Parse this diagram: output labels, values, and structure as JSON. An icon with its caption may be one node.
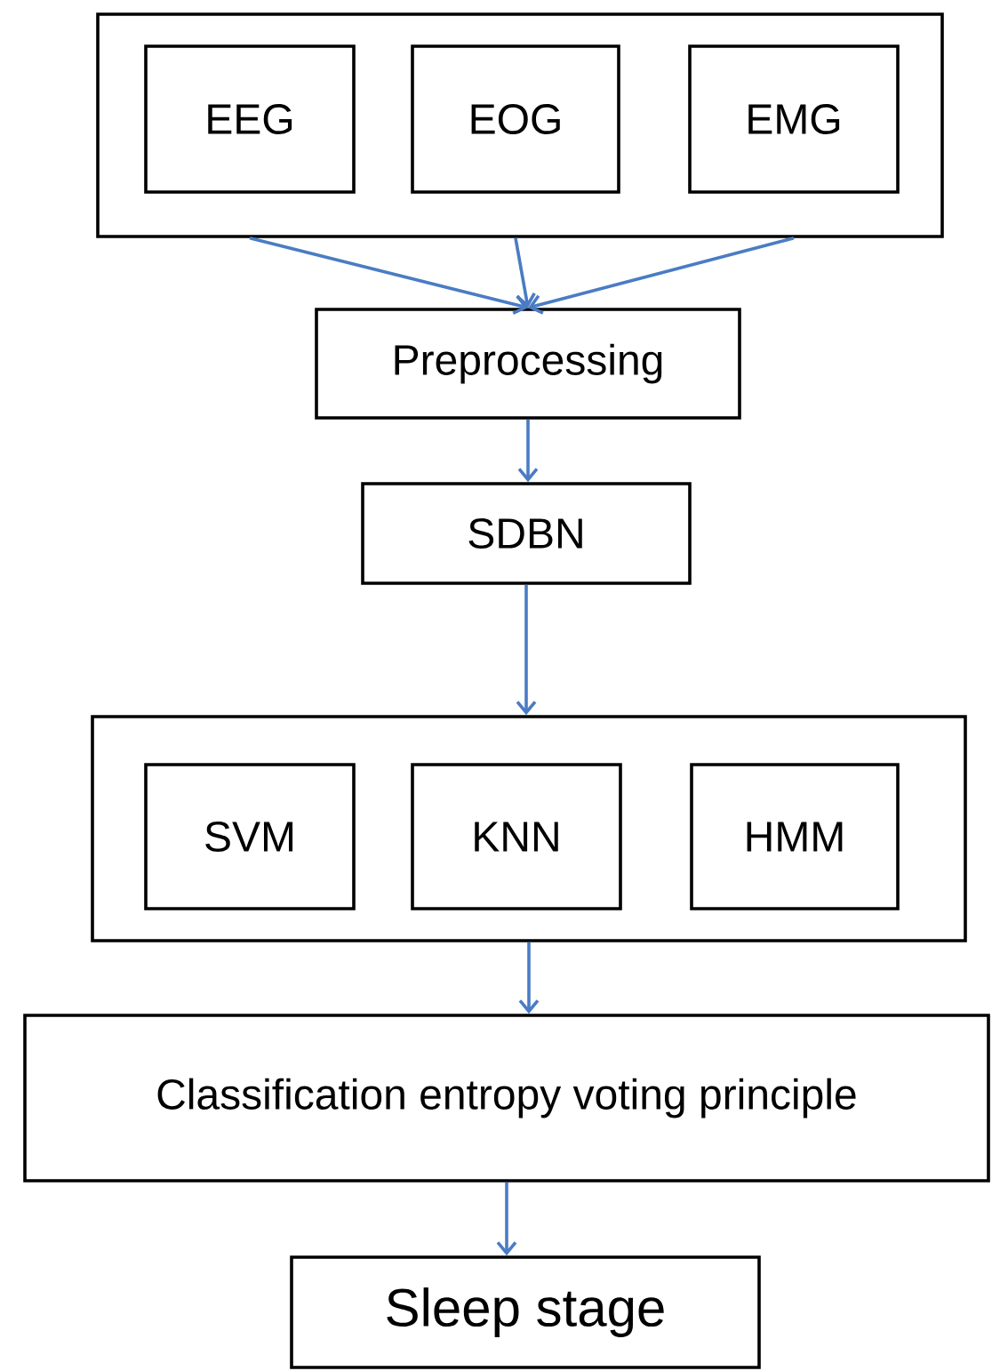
{
  "diagram": {
    "nodes": [
      {
        "text": [],
        "shape": "box"
      },
      {
        "text": [
          "EEG"
        ],
        "in": 0
      },
      {
        "text": [
          "EOG"
        ],
        "in": 0
      },
      {
        "text": [
          "EMG"
        ],
        "in": 0
      },
      {
        "text": [
          "Preprocessing"
        ]
      },
      {
        "text": [
          "SDBN"
        ]
      },
      {
        "text": [],
        "shape": "box"
      },
      {
        "text": [
          "SVM"
        ],
        "in": 6
      },
      {
        "text": [
          "KNN"
        ],
        "in": 6
      },
      {
        "text": [
          "HMM"
        ],
        "in": 6
      },
      {
        "text": [
          "Classification entropy voting principle"
        ]
      },
      {
        "text": [
          "Sleep stage"
        ]
      }
    ],
    "edges": [
      {
        "from": 1,
        "to": 4,
        "arrow": "to"
      },
      {
        "from": 2,
        "to": 4,
        "arrow": "to"
      },
      {
        "from": 3,
        "to": 4,
        "arrow": "to"
      },
      {
        "from": 4,
        "to": 5,
        "arrow": "to"
      },
      {
        "from": 5,
        "to": 6,
        "arrow": "to"
      },
      {
        "from": 6,
        "to": 10,
        "arrow": "to"
      },
      {
        "from": 10,
        "to": 11,
        "arrow": "to"
      }
    ]
  }
}
